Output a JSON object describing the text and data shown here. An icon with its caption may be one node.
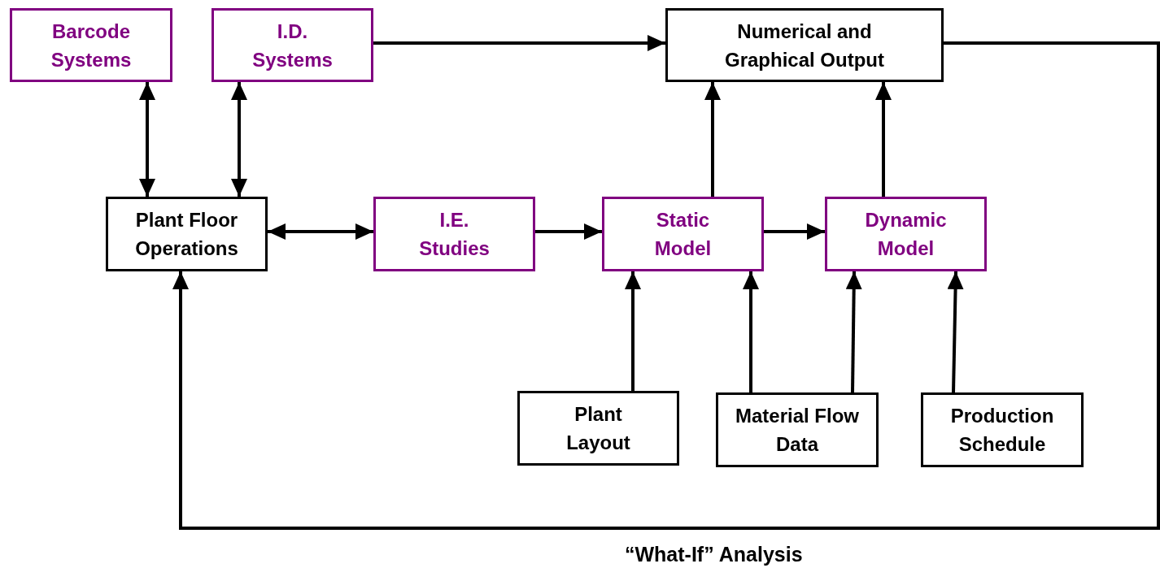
{
  "diagram": {
    "nodes": [
      {
        "text": [
          "Barcode Systems"
        ]
      },
      {
        "text": [
          "I.D. Systems"
        ]
      },
      {
        "text": [
          "Numerical and Graphical Output"
        ]
      },
      {
        "text": [
          "Plant Floor Operations"
        ]
      },
      {
        "text": [
          "I.E. Studies"
        ]
      },
      {
        "text": [
          "Static Model"
        ]
      },
      {
        "text": [
          "Dynamic Model"
        ]
      },
      {
        "text": [
          "Plant Layout"
        ]
      },
      {
        "text": [
          "Material Flow Data"
        ]
      },
      {
        "text": [
          "Production Schedule"
        ]
      }
    ],
    "edges": [
      {
        "from": 0,
        "to": 3,
        "arrow": "both"
      },
      {
        "from": 1,
        "to": 3,
        "arrow": "both"
      },
      {
        "from": 1,
        "to": 2,
        "arrow": "to"
      },
      {
        "from": 5,
        "to": 2,
        "arrow": "to"
      },
      {
        "from": 6,
        "to": 2,
        "arrow": "to"
      },
      {
        "from": 3,
        "to": 4,
        "arrow": "both"
      },
      {
        "from": 4,
        "to": 5,
        "arrow": "to"
      },
      {
        "from": 5,
        "to": 6,
        "arrow": "to"
      },
      {
        "from": 7,
        "to": 5,
        "arrow": "to"
      },
      {
        "from": 8,
        "to": 5,
        "arrow": "to"
      },
      {
        "from": 8,
        "to": 6,
        "arrow": "to"
      },
      {
        "from": 9,
        "to": 6,
        "arrow": "to"
      },
      {
        "from": 2,
        "to": 3,
        "arrow": "to",
        "label": "“What-If” Analysis"
      }
    ]
  }
}
